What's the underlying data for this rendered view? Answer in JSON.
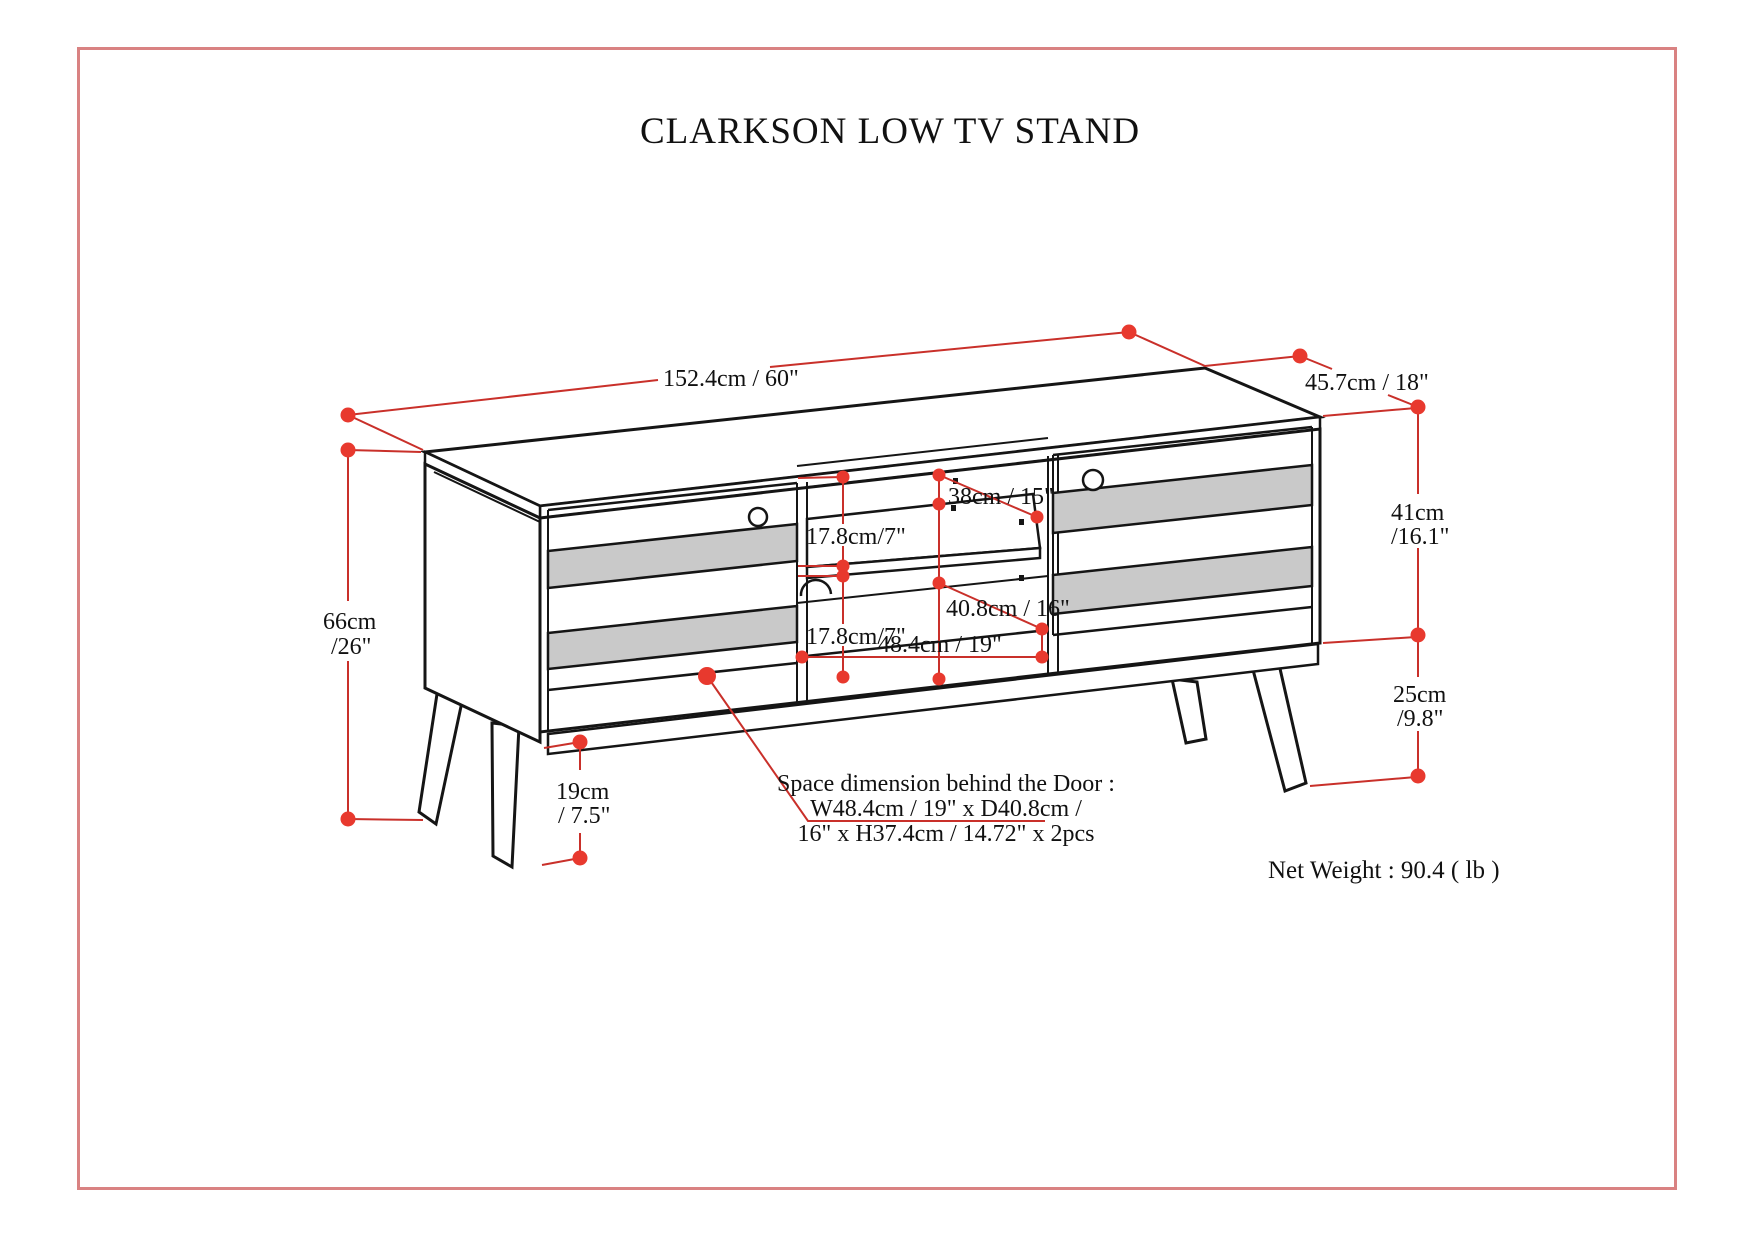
{
  "title": "CLARKSON LOW TV STAND",
  "colors": {
    "page_frame": "#d98282",
    "dimension_line_red": "#c9302a",
    "dimension_dot_red": "#e8392e",
    "slat_gray": "#c9c9c9",
    "drawing_black": "#151515"
  },
  "dimensions": {
    "overall_width": "152.4cm / 60\"",
    "overall_depth": "45.7cm / 18\"",
    "body_height_line1": "41cm",
    "body_height_line2": "/16.1\"",
    "total_height_line1": "66cm",
    "total_height_line2": "/26\"",
    "leg_height_right_line1": "25cm",
    "leg_height_right_line2": "/9.8\"",
    "leg_height_left_line1": "19cm",
    "leg_height_left_line2": "/ 7.5\"",
    "shelf_depth": "38cm / 15\"",
    "upper_opening_height": "17.8cm/7\"",
    "opening_depth": "40.8cm / 16\"",
    "lower_opening_height": "17.8cm/7\"",
    "opening_width": "48.4cm / 19\""
  },
  "note": {
    "line1": "Space dimension behind the Door :",
    "line2": "W48.4cm / 19\" x D40.8cm /",
    "line3": "16\" x H37.4cm / 14.72\" x 2pcs"
  },
  "net_weight": "Net Weight : 90.4 ( lb )"
}
